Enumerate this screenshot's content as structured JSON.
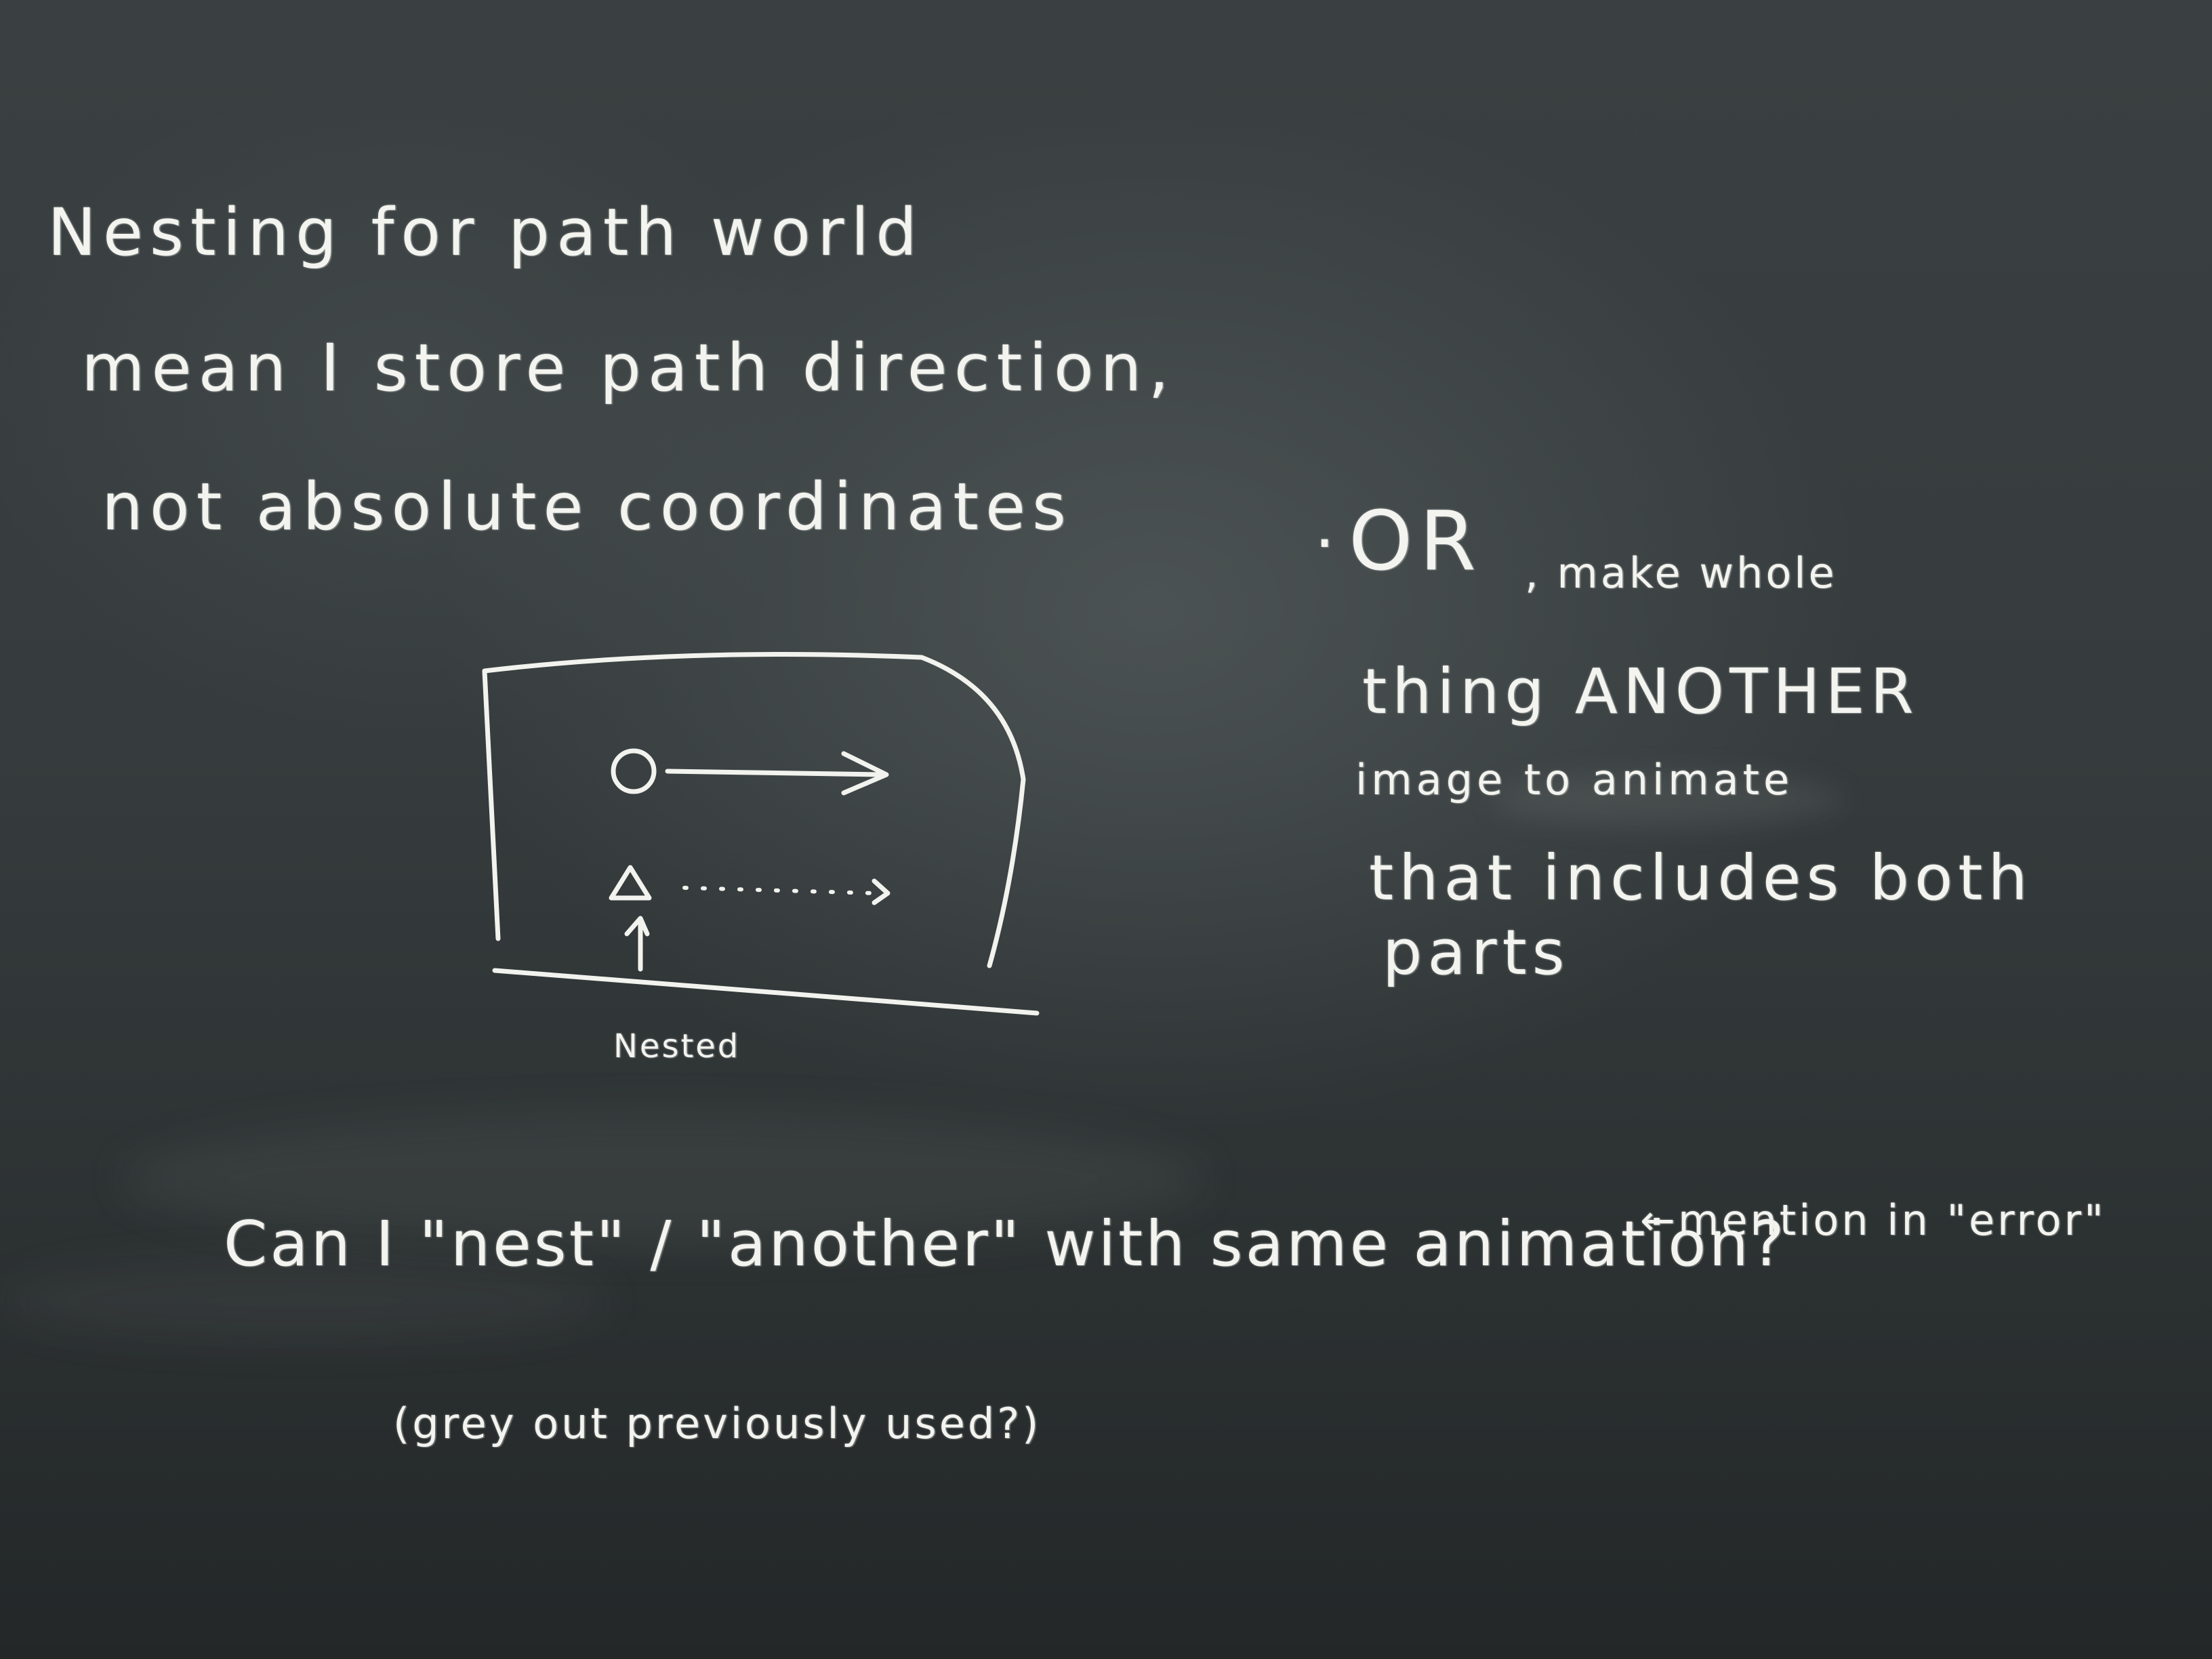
{
  "board": {
    "top_note": {
      "line1": "Nesting for path world",
      "line2": "mean I store path direction,",
      "line3": "not absolute coordinates"
    },
    "side_note": {
      "connector": ".",
      "or_word": "OR",
      "line1": ", make whole",
      "line2": "thing ANOTHER",
      "line3": "image to animate",
      "line4": "that includes both",
      "line5": "parts"
    },
    "sketch": {
      "label": "Nested"
    },
    "question": {
      "text": "Can I \"nest\" / \"another\" with same animation?",
      "aside": "←mention in \"error\"",
      "followup": "(grey out previously used?)"
    }
  }
}
